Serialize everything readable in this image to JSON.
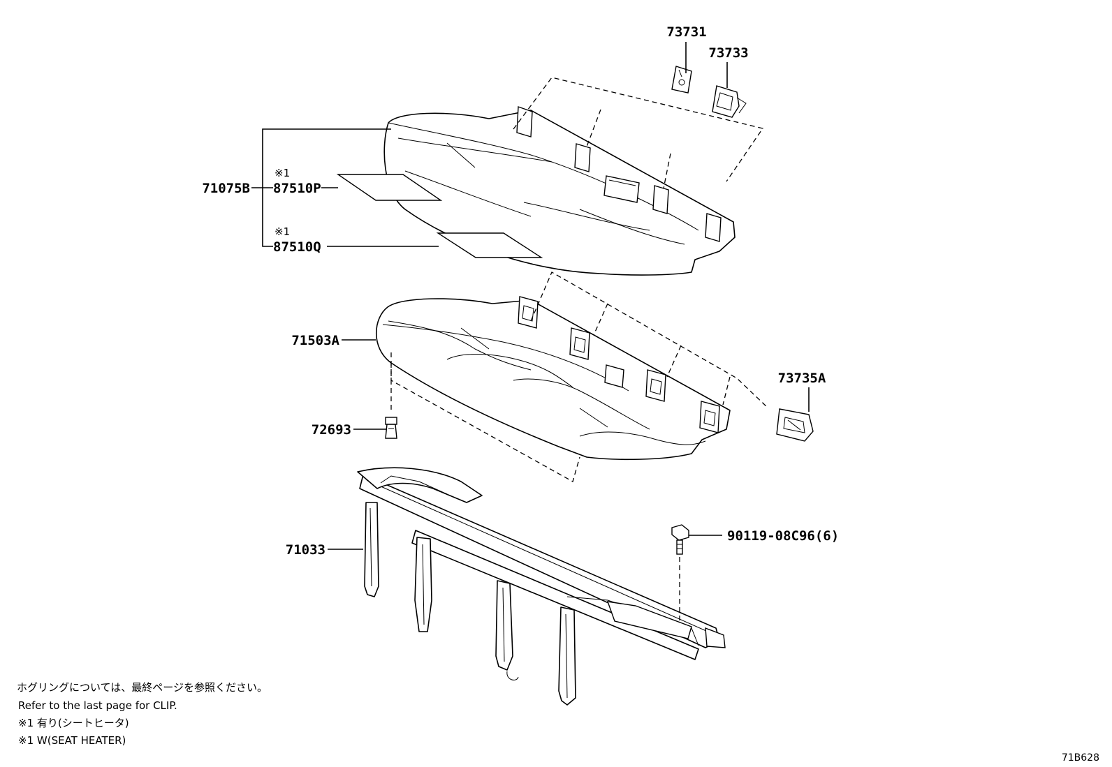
{
  "labels": {
    "p73731": "73731",
    "p73733": "73733",
    "p71075B": "71075B",
    "p87510P": "87510P",
    "p87510Q": "87510Q",
    "p71503A": "71503A",
    "p73735A": "73735A",
    "p72693": "72693",
    "p71033": "71033",
    "p90119": "90119-08C96(6)"
  },
  "marks": {
    "m1": "※1",
    "m2": "※1"
  },
  "notes": {
    "clip_jp": "ホグリングについては、最終ページを参照ください。",
    "clip_en": "Refer to the last page for CLIP.",
    "heater_jp": "※1 有り(シートヒータ)",
    "heater_en": "※1 W(SEAT HEATER)"
  },
  "diagram_code": "71B628"
}
